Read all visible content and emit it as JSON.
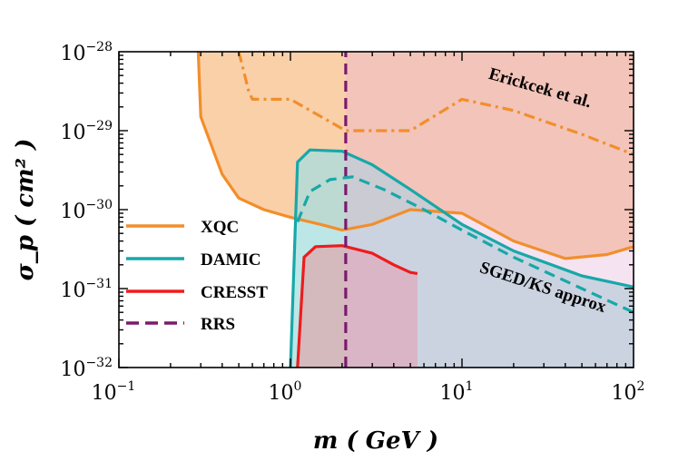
{
  "chart_data": {
    "type": "line",
    "title": "",
    "xlabel": "m ( GeV )",
    "ylabel": "σ_p ( cm² )",
    "xscale": "log",
    "yscale": "log",
    "xlim": [
      0.1,
      100
    ],
    "ylim": [
      1e-32,
      1e-28
    ],
    "x_ticks": [
      {
        "base": "10",
        "exp": "−1",
        "value": 0.1
      },
      {
        "base": "10",
        "exp": "0",
        "value": 1
      },
      {
        "base": "10",
        "exp": "1",
        "value": 10
      },
      {
        "base": "10",
        "exp": "2",
        "value": 100
      }
    ],
    "y_ticks": [
      {
        "base": "10",
        "exp": "−32",
        "value": 1e-32
      },
      {
        "base": "10",
        "exp": "−31",
        "value": 1e-31
      },
      {
        "base": "10",
        "exp": "−30",
        "value": 1e-30
      },
      {
        "base": "10",
        "exp": "−29",
        "value": 1e-29
      },
      {
        "base": "10",
        "exp": "−28",
        "value": 1e-28
      }
    ],
    "grid": false,
    "legend_position": "lower-left",
    "series": [
      {
        "name": "XQC",
        "color": "#f28e2b",
        "fill": "#f9c89a",
        "style": "solid",
        "x": [
          0.29,
          0.3,
          0.4,
          0.5,
          0.7,
          1.0,
          1.5,
          2.0,
          3.0,
          5.0,
          10,
          20,
          40,
          70,
          100
        ],
        "y": [
          1e-28,
          1.5e-29,
          2.8e-30,
          1.4e-30,
          1e-30,
          8e-31,
          6.5e-31,
          5.5e-31,
          6.5e-31,
          1e-30,
          9e-31,
          4e-31,
          2.4e-31,
          2.7e-31,
          3.4e-31
        ]
      },
      {
        "name": "DAMIC",
        "color": "#17a8a8",
        "fill": "#a7dedf",
        "style": "solid",
        "x": [
          1.0,
          1.1,
          1.3,
          2.0,
          3.0,
          5.0,
          7.0,
          10,
          20,
          50,
          100
        ],
        "y": [
          1e-32,
          4e-30,
          5.7e-30,
          5.5e-30,
          3.7e-30,
          1.8e-30,
          1.1e-30,
          6.5e-31,
          3e-31,
          1.45e-31,
          1.05e-31
        ]
      },
      {
        "name": "CRESST",
        "color": "#ee1c1c",
        "fill": "#d8b0b5",
        "style": "solid",
        "x": [
          1.1,
          1.2,
          1.4,
          2.0,
          3.0,
          4.0,
          5.0,
          5.5
        ],
        "y": [
          1e-32,
          2.5e-31,
          3.4e-31,
          3.5e-31,
          2.8e-31,
          2e-31,
          1.6e-31,
          1.55e-31
        ]
      },
      {
        "name": "RRS",
        "color": "#7b1a6e",
        "style": "dashed",
        "x": [
          2.1,
          2.1
        ],
        "y": [
          1e-32,
          1e-28
        ]
      },
      {
        "name": "Erickcek et al.",
        "color": "#f28e2b",
        "style": "dashdot",
        "x": [
          0.5,
          0.57,
          0.6,
          1.0,
          2.1,
          5.0,
          10,
          20,
          50,
          100
        ],
        "y": [
          1e-28,
          3.2e-29,
          2.5e-29,
          2.5e-29,
          1e-29,
          1e-29,
          2.5e-29,
          1.8e-29,
          9e-30,
          5e-30
        ]
      },
      {
        "name": "SGED/KS approx",
        "color": "#17a8a8",
        "style": "dashed",
        "x": [
          1.1,
          1.3,
          1.7,
          2.3,
          3.5,
          6.0,
          10,
          20,
          50,
          100
        ],
        "y": [
          7e-31,
          1.7e-30,
          2.4e-30,
          2.6e-30,
          1.8e-30,
          1e-30,
          5.5e-31,
          2.5e-31,
          1e-31,
          5e-32
        ]
      }
    ],
    "annotations": [
      {
        "text": "Erickcek et al.",
        "x": 28,
        "y": 3e-29
      },
      {
        "text": "SGED/KS approx",
        "x": 29,
        "y": 9e-32
      }
    ]
  }
}
